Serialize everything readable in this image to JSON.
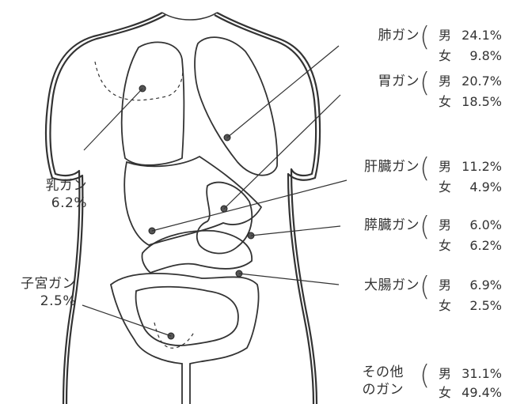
{
  "organs": [
    {
      "key": "lung",
      "name": "肺ガン",
      "male": "24.1%",
      "female": "9.8%"
    },
    {
      "key": "stomach",
      "name": "胃ガン",
      "male": "20.7%",
      "female": "18.5%"
    },
    {
      "key": "liver",
      "name": "肝臓ガン",
      "male": "11.2%",
      "female": "4.9%"
    },
    {
      "key": "pancreas",
      "name": "膵臓ガン",
      "male": "6.0%",
      "female": "6.2%"
    },
    {
      "key": "colon",
      "name": "大腸ガン",
      "male": "6.9%",
      "female": "2.5%"
    }
  ],
  "other": {
    "name_line1": "その他",
    "name_line2": "のガン",
    "male": "31.1%",
    "female": "49.4%"
  },
  "breast": {
    "name": "乳ガン",
    "pct": "6.2%"
  },
  "uterus": {
    "name": "子宮ガン",
    "pct": "2.5%"
  },
  "sex_labels": {
    "male": "男",
    "female": "女"
  }
}
